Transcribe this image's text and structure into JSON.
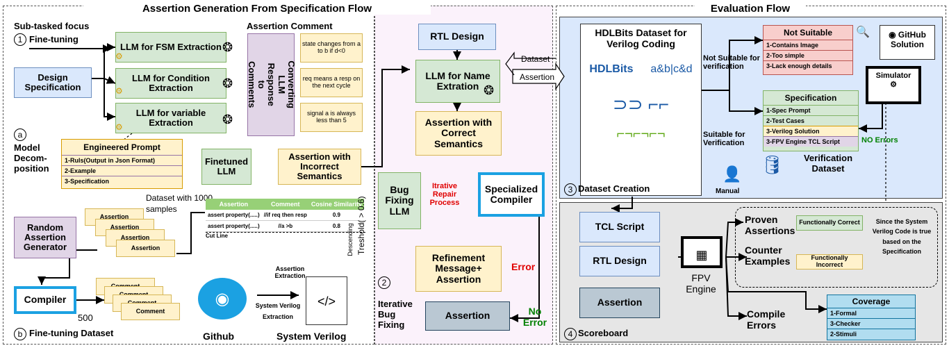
{
  "left_panel": {
    "title": "Assertion Generation From Specification Flow",
    "subtasked_focus": "Sub-tasked focus",
    "step1_num": "1",
    "step1_label": "Fine-tuning",
    "assertion_comment_label": "Assertion Comment",
    "design_spec": "Design Specification",
    "llm_fsm": "LLM for FSM Extraction",
    "llm_condition": "LLM for Condition Extraction",
    "llm_variable": "LLM for variable Extraction",
    "converting": "Converting LLM Response to Comments",
    "comments": [
      "state changes from a to b if d<0",
      "req means a resp on the next cycle",
      "signal a is always less than 5"
    ],
    "a_num": "a",
    "model_decomp": "Model Decom-position",
    "engineered_prompt": {
      "title": "Engineered Prompt",
      "items": [
        "1-Ruls(Output in Json Format)",
        "2-Example",
        "3-Specification"
      ]
    },
    "finetuned_llm": "Finetuned LLM",
    "assertion_incorrect": "Assertion with Incorrect Semantics",
    "dataset_1000": "Dataset with 1000 samples",
    "table": {
      "headers": [
        "Assertion",
        "Comment",
        "Cosine Similarity"
      ],
      "rows": [
        [
          "assert property(.....)",
          "//if req then resp",
          "0.9"
        ],
        [
          "assert property(.....)",
          "//a >b",
          "0.8"
        ]
      ],
      "cut_line": "Cut Line"
    },
    "descending": "Descending",
    "threshold": "Treshold( > 0.6)",
    "random_gen": "Random Assertion Generator",
    "assertion_stack": [
      "Assertion",
      "Assertion",
      "Assertion",
      "Assertion"
    ],
    "compiler": "Compiler",
    "comment_stack": [
      "Comment",
      "Comment",
      "Comment",
      "Comment"
    ],
    "count_500": "500",
    "b_num": "b",
    "finetuning_dataset": "Fine-tuning Dataset",
    "assertion_extraction": "Assertion Extraction",
    "sv_extraction": "System Verilog Extraction",
    "github": "Github",
    "system_verilog": "System Verilog"
  },
  "middle_panel": {
    "rtl_design": "RTL Design",
    "dataset_arrow": "Dataset",
    "assertion_arrow": "Assertion",
    "llm_name": "LLM for Name Extration",
    "assertion_correct": "Assertion with Correct Semantics",
    "bug_fixing": "Bug Fixing LLM",
    "iterative_repair": "Itrative Repair Process",
    "specialized_compiler": "Specialized Compiler",
    "refinement": "Refinement Message+ Assertion",
    "error": "Error",
    "step2_num": "2",
    "iterative_bug": "Iterative Bug Fixing",
    "assertion": "Assertion",
    "no_error": "No Error"
  },
  "right_panel": {
    "title": "Evaluation Flow",
    "hdlbits_title": "HDLBits Dataset for Verilog Coding",
    "hdlbits_logo": "HDLBits",
    "abcd_logo": "a&b|c&d",
    "not_suitable_label": "Not Suitable for verification",
    "suitable_label": "Suitable for Verification",
    "not_suitable": {
      "title": "Not Suitable",
      "items": [
        "1-Contains Image",
        "2-Too simple",
        "3-Lack enough details"
      ]
    },
    "github_solution": "GitHub Solution",
    "simulator": "Simulator",
    "specification": {
      "title": "Specification",
      "items": [
        "1-Spec Prompt",
        "2-Test Cases",
        "3-Verilog Solution",
        "3-FPV Engine TCL Script"
      ]
    },
    "no_errors": "NO Errors",
    "verification_dataset": "Verification Dataset",
    "manual": "Manual",
    "step3_num": "3",
    "dataset_creation": "Dataset Creation",
    "tcl_script": "TCL Script",
    "rtl_design": "RTL Design",
    "assertion": "Assertion",
    "fpv_engine": "FPV Engine",
    "proven": "Proven Assertions",
    "functionally_correct": "Functionally Correct",
    "since_text": "Since the System Verilog Code is true based on the Specification",
    "counter": "Counter Examples",
    "functionally_incorrect": "Functionally Incorrect",
    "compile_errors": "Compile Errors",
    "coverage": {
      "title": "Coverage",
      "items": [
        "1-Formal",
        "3-Checker",
        "2-Stimuli"
      ]
    },
    "step4_num": "4",
    "scoreboard": "Scoreboard"
  },
  "colors": {
    "green": "#d5e8d4",
    "blue": "#dae8fc",
    "yellow": "#fff2cc",
    "purple": "#e1d5e7",
    "red": "#f8cecc",
    "gray": "#bac8d3",
    "error_red": "#e00000",
    "no_error_green": "#008000"
  }
}
